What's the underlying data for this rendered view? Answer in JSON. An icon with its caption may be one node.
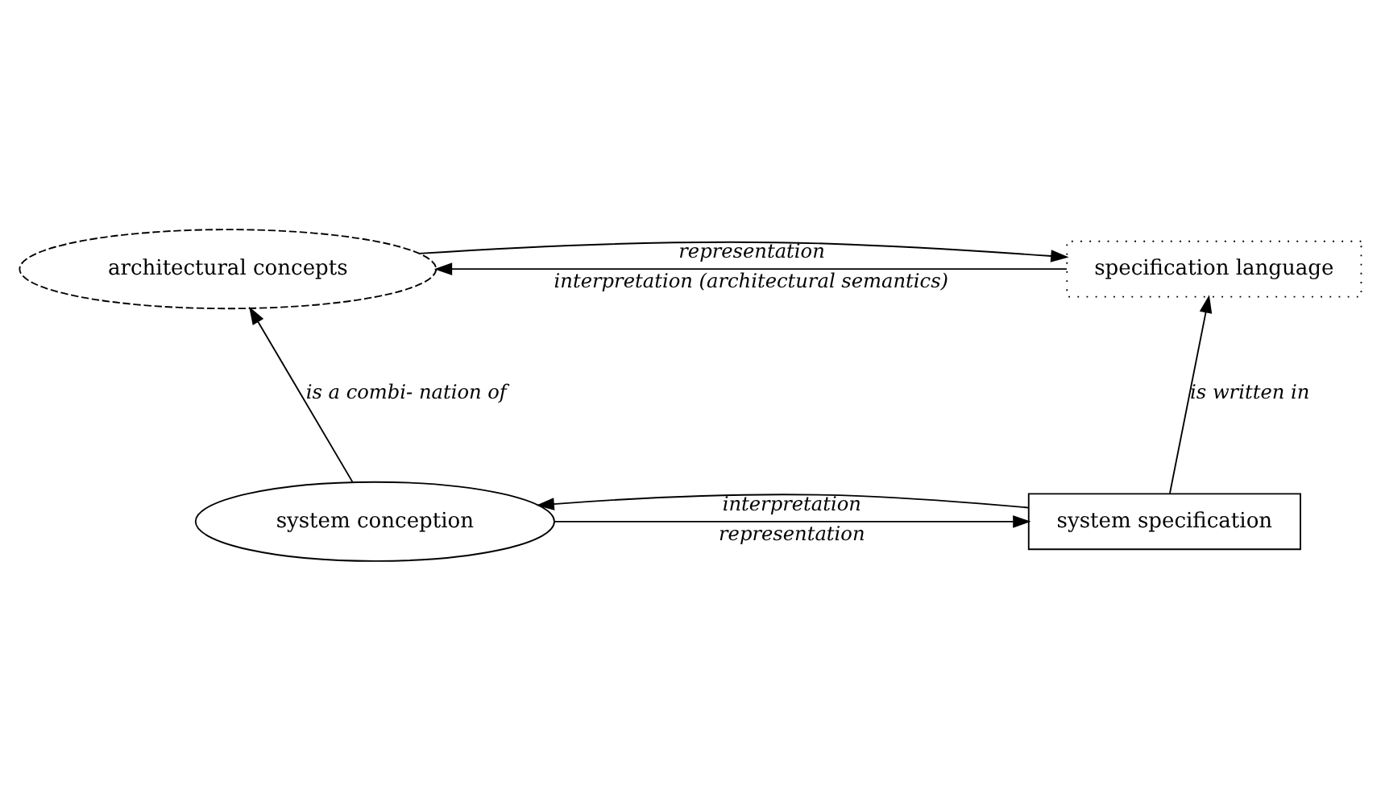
{
  "diagram": {
    "nodes": [
      {
        "text": [
          "architectural concepts"
        ]
      },
      {
        "text": [
          "specification language"
        ]
      },
      {
        "text": [
          "system conception"
        ]
      },
      {
        "text": [
          "system specification"
        ]
      }
    ],
    "edges": [
      {
        "from": 1,
        "to": 0,
        "arrow": "to",
        "label": "interpretation (architectural semantics)"
      },
      {
        "from": 0,
        "to": 1,
        "arrow": "to",
        "label": "representation"
      },
      {
        "from": 2,
        "to": 0,
        "arrow": "to",
        "label": "is a combi- nation of"
      },
      {
        "from": 3,
        "to": 1,
        "arrow": "to",
        "label": "is written in"
      },
      {
        "from": 3,
        "to": 2,
        "arrow": "to",
        "label": "interpretation"
      },
      {
        "from": 2,
        "to": 3,
        "arrow": "to",
        "label": "representation"
      }
    ]
  }
}
